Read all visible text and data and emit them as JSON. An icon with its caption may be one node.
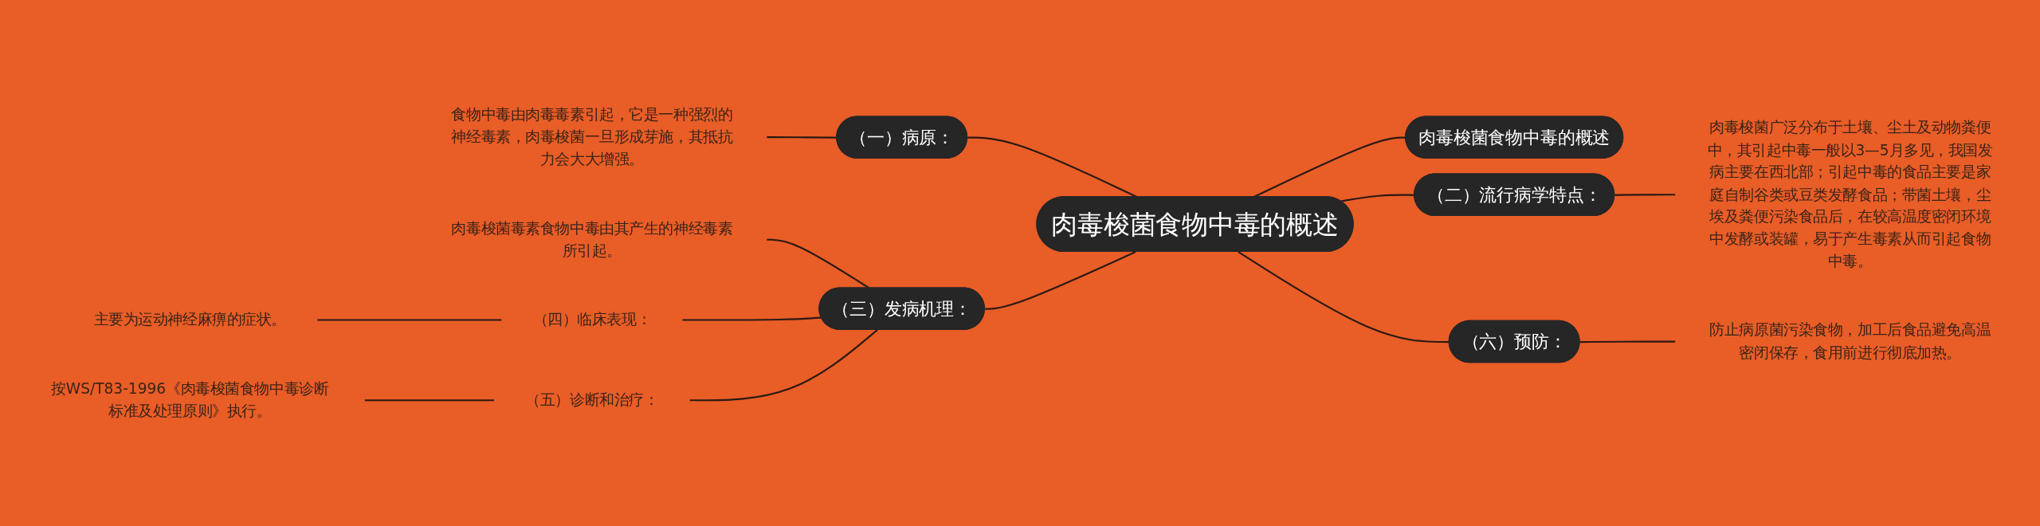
{
  "diagram": {
    "nodes": [
      {
        "text": [
          "肉毒梭菌食物中毒的概述"
        ]
      },
      {
        "text": [
          "肉毒梭菌食物中毒的概述"
        ]
      },
      {
        "text": [
          "（二）流行病学特点："
        ]
      },
      {
        "text": [
          "肉毒梭菌广泛分布于土壤、尘土及动物粪便中，其引起中毒一般以3—5月多见，我国发病主要在西北部；引起中毒的食品主要是家庭自制谷类或豆类发酵食品；带菌土壤，尘埃及粪便污染食品后，在较高温度密闭环境中发酵或装罐，易于产生毒素从而引起食物中毒。"
        ]
      },
      {
        "text": [
          "（六）预防："
        ]
      },
      {
        "text": [
          "防止病原菌污染食物，加工后食品避免高温密闭保存，食用前进行彻底加热。"
        ]
      },
      {
        "text": [
          "（一）病原："
        ]
      },
      {
        "text": [
          "食物中毒由肉毒毒素引起，它是一种强烈的神经毒素，肉毒梭菌一旦形成芽施，其抵抗力会大大增强。"
        ]
      },
      {
        "text": [
          "（三）发病机理："
        ]
      },
      {
        "text": [
          "肉毒梭菌毒素食物中毒由其产生的神经毒素所引起。"
        ]
      },
      {
        "text": [
          "（四）临床表现："
        ]
      },
      {
        "text": [
          "主要为运动神经麻痹的症状。"
        ]
      },
      {
        "text": [
          "（五）诊断和治疗："
        ]
      },
      {
        "text": [
          "按WS/T83-1996《肉毒梭菌食物中毒诊断标准及处理原则》执行。"
        ]
      }
    ],
    "edges": [
      {
        "from": 0,
        "to": 1,
        "arrow": "none"
      },
      {
        "from": 0,
        "to": 2,
        "arrow": "none"
      },
      {
        "from": 2,
        "to": 3,
        "arrow": "none"
      },
      {
        "from": 0,
        "to": 4,
        "arrow": "none"
      },
      {
        "from": 4,
        "to": 5,
        "arrow": "none"
      },
      {
        "from": 6,
        "to": 0,
        "arrow": "none"
      },
      {
        "from": 7,
        "to": 6,
        "arrow": "none"
      },
      {
        "from": 8,
        "to": 0,
        "arrow": "none"
      },
      {
        "from": 9,
        "to": 8,
        "arrow": "none"
      },
      {
        "from": 10,
        "to": 8,
        "arrow": "none"
      },
      {
        "from": 11,
        "to": 10,
        "arrow": "none"
      },
      {
        "from": 12,
        "to": 8,
        "arrow": "none"
      },
      {
        "from": 13,
        "to": 12,
        "arrow": "none"
      }
    ]
  }
}
